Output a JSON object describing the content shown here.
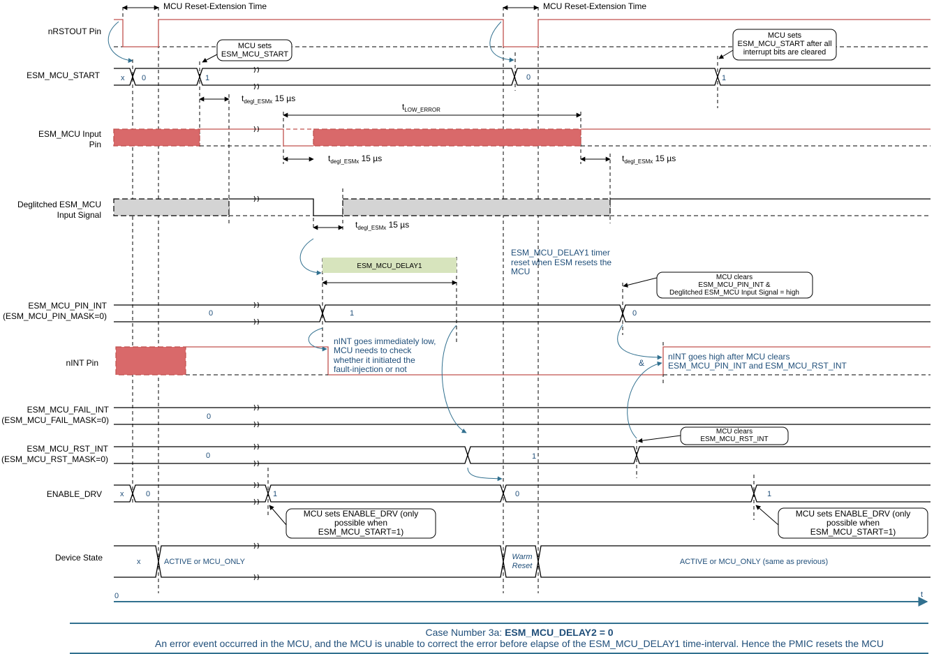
{
  "signals": [
    {
      "label": "nRSTOUT Pin"
    },
    {
      "label": "ESM_MCU_START"
    },
    {
      "label": "ESM_MCU Input",
      "label2": "Pin"
    },
    {
      "label": "Deglitched ESM_MCU",
      "label2": "Input Signal"
    },
    {
      "label": "ESM_MCU_PIN_INT",
      "label2": "(ESM_MCU_PIN_MASK=0)"
    },
    {
      "label": "nINT Pin"
    },
    {
      "label": "ESM_MCU_FAIL_INT",
      "label2": "(ESM_MCU_FAIL_MASK=0)"
    },
    {
      "label": "ESM_MCU_RST_INT",
      "label2": "(ESM_MCU_RST_MASK=0)"
    },
    {
      "label": "ENABLE_DRV"
    },
    {
      "label": "Device State"
    }
  ],
  "values": {
    "esm_start": [
      "x",
      "0",
      "1",
      "0",
      "1"
    ],
    "pin_int": [
      "0",
      "1",
      "0"
    ],
    "fail_int": [
      "0"
    ],
    "rst_int": [
      "0",
      "1"
    ],
    "enable_drv": [
      "x",
      "0",
      "1",
      "0",
      "1"
    ],
    "device_state": [
      "x",
      "ACTIVE or MCU_ONLY",
      "Warm",
      "Reset",
      "ACTIVE or MCU_ONLY (same as previous)"
    ]
  },
  "annotations": {
    "reset_ext_1": "MCU Reset-Extension Time",
    "reset_ext_2": "MCU Reset-Extension Time",
    "mcu_sets_1a": "MCU sets",
    "mcu_sets_1b": "ESM_MCU_START",
    "mcu_sets_2a": "MCU sets",
    "mcu_sets_2b": "ESM_MCU_START after all",
    "mcu_sets_2c": "interrupt bits are cleared",
    "tdegl_t": "t",
    "tdegl_sub": "degl_ESMx",
    "tdegl_val": " 15 µs",
    "tlow_t": "t",
    "tlow_sub": "LOW_ERROR",
    "delay1_bar": "ESM_MCU_DELAY1",
    "delay1_note_1": "ESM_MCU_DELAY1 timer",
    "delay1_note_2": "reset when ESM resets the",
    "delay1_note_3": "MCU",
    "clears_pin_1": "MCU clears",
    "clears_pin_2": "ESM_MCU_PIN_INT  &",
    "clears_pin_3": "Deglitched ESM_MCU Input Signal = high",
    "nint_low_1": "nINT goes immediately low,",
    "nint_low_2": "MCU needs to check",
    "nint_low_3": "whether it initiated  the",
    "nint_low_4": "fault-injection or not",
    "amp": "&",
    "nint_high_1": "nINT goes high after MCU clears",
    "nint_high_2": "ESM_MCU_PIN_INT and ESM_MCU_RST_INT",
    "clears_rst_1": "MCU clears",
    "clears_rst_2": "ESM_MCU_RST_INT",
    "en_drv_1a": "MCU sets ENABLE_DRV (only",
    "en_drv_1b": "possible when",
    "en_drv_1c": "ESM_MCU_START=1)",
    "en_drv_2a": "MCU sets ENABLE_DRV (only",
    "en_drv_2b": "possible when",
    "en_drv_2c": "ESM_MCU_START=1)",
    "axis_zero": "0",
    "axis_t": "t"
  },
  "caption": {
    "line1_prefix": "Case Number 3a: ",
    "line1_bold": "ESM_MCU_DELAY2 = 0",
    "line2": "An error event occurred in the MCU, and the MCU is unable to correct the error before elapse of the ESM_MCU_DELAY1  time-interval. Hence the PMIC resets the MCU"
  },
  "colors": {
    "signal_red": "#c0504d",
    "fill_red": "#d9696a",
    "fill_gray": "#d4d4d4",
    "fill_green": "#d7e4bd",
    "text_blue": "#1f4e79",
    "arrow_blue": "#31708f"
  }
}
